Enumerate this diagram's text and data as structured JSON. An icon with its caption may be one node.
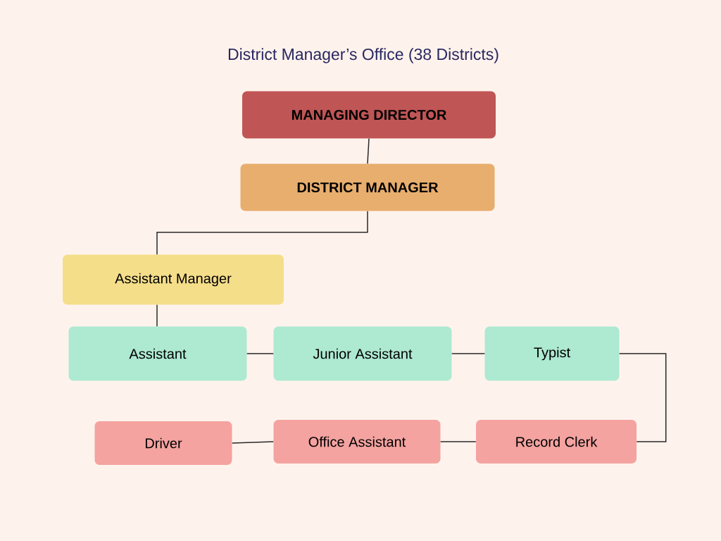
{
  "diagram": {
    "title": "District Manager’s Office (38 Districts)",
    "nodes": [
      {
        "text": [
          "MANAGING DIRECTOR"
        ]
      },
      {
        "text": [
          "DISTRICT MANAGER"
        ]
      },
      {
        "text": [
          "Assistant Manager"
        ]
      },
      {
        "text": [
          "Assistant"
        ]
      },
      {
        "text": [
          "Junior Assistant"
        ]
      },
      {
        "text": [
          "Typist"
        ]
      },
      {
        "text": [
          "Record Clerk"
        ]
      },
      {
        "text": [
          "Office Assistant"
        ]
      },
      {
        "text": [
          "Driver"
        ]
      }
    ],
    "edges": [
      {
        "from": 0,
        "to": 1,
        "arrow": "none"
      },
      {
        "from": 1,
        "to": 2,
        "arrow": "none"
      },
      {
        "from": 2,
        "to": 3,
        "arrow": "none"
      },
      {
        "from": 3,
        "to": 4,
        "arrow": "none"
      },
      {
        "from": 4,
        "to": 5,
        "arrow": "none"
      },
      {
        "from": 5,
        "to": 6,
        "arrow": "none"
      },
      {
        "from": 6,
        "to": 7,
        "arrow": "none"
      },
      {
        "from": 7,
        "to": 8,
        "arrow": "none"
      }
    ]
  }
}
